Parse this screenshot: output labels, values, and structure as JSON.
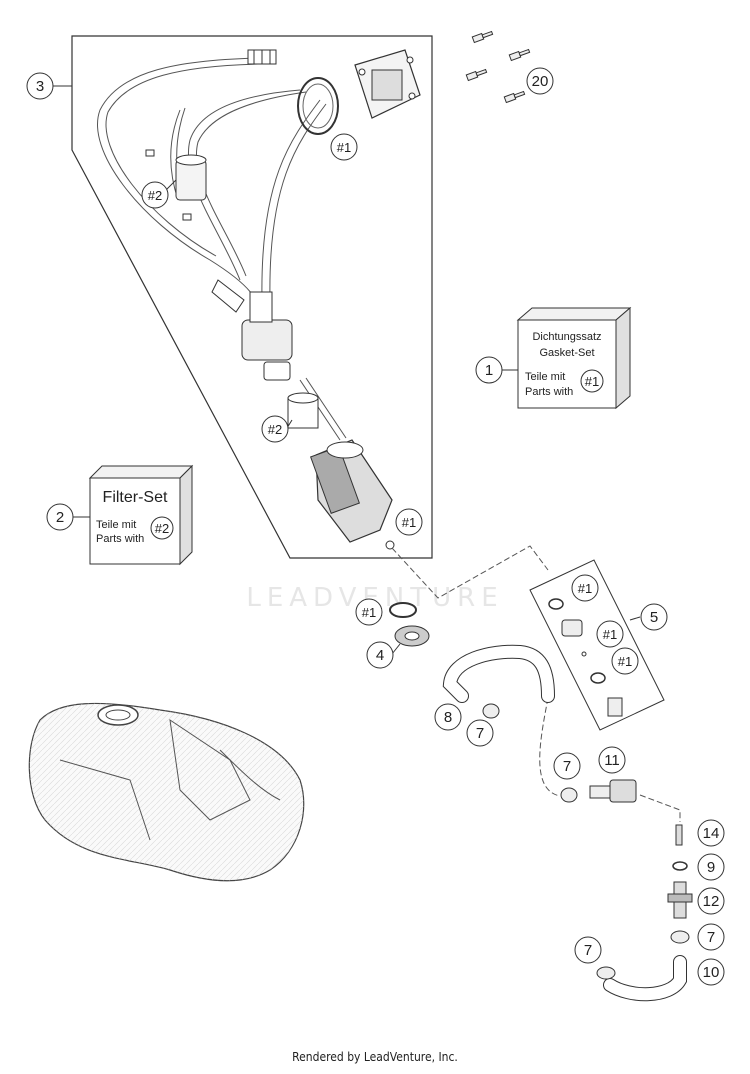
{
  "watermark": "LEADVENTURE",
  "footer": "Rendered by LeadVenture, Inc.",
  "callouts": {
    "c1": "1",
    "c2": "2",
    "c3": "3",
    "c4": "4",
    "c5": "5",
    "c7a": "7",
    "c7b": "7",
    "c7c": "7",
    "c7d": "7",
    "c8": "8",
    "c9": "9",
    "c10": "10",
    "c11": "11",
    "c12": "12",
    "c14": "14",
    "c20": "20"
  },
  "refs": {
    "r1_top": "#1",
    "r2_filter": "#2",
    "r2_mid": "#2",
    "r1_pump": "#1",
    "r1_gasket": "#1",
    "r1_k5a": "#1",
    "r1_k5b": "#1",
    "r1_k5c": "#1",
    "r1_box": "#1",
    "r2_box": "#2"
  },
  "gasket_box": {
    "line1": "Dichtungssatz",
    "line2": "Gasket-Set",
    "line3": "Teile mit",
    "line4": "Parts with"
  },
  "filter_box": {
    "title": "Filter-Set",
    "line3": "Teile mit",
    "line4": "Parts with"
  }
}
